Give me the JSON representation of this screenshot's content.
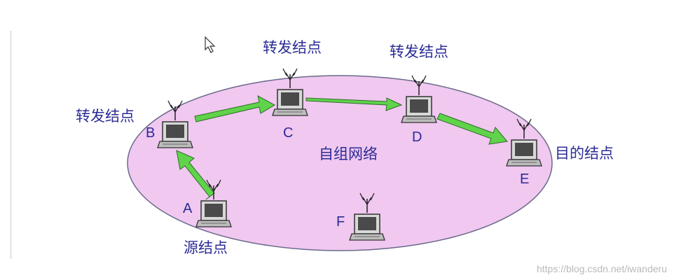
{
  "network_label": "自组网络",
  "nodes": [
    {
      "id": "A",
      "label": "A",
      "role": "源结点"
    },
    {
      "id": "B",
      "label": "B",
      "role": "转发结点"
    },
    {
      "id": "C",
      "label": "C",
      "role": "转发结点"
    },
    {
      "id": "D",
      "label": "D",
      "role": "转发结点"
    },
    {
      "id": "E",
      "label": "E",
      "role": "目的结点"
    },
    {
      "id": "F",
      "label": "F",
      "role": ""
    }
  ],
  "path": [
    "A",
    "B",
    "C",
    "D",
    "E"
  ],
  "watermark": "https://blog.csdn.net/iwanderu",
  "colors": {
    "ellipse_fill": "#f0c8f0",
    "ellipse_stroke": "#6a6a8a",
    "arrow_fill": "#5fd34a",
    "text": "#2b2b96"
  },
  "icons": {
    "node": "laptop-with-antenna-icon",
    "cursor": "mouse-pointer-icon"
  }
}
